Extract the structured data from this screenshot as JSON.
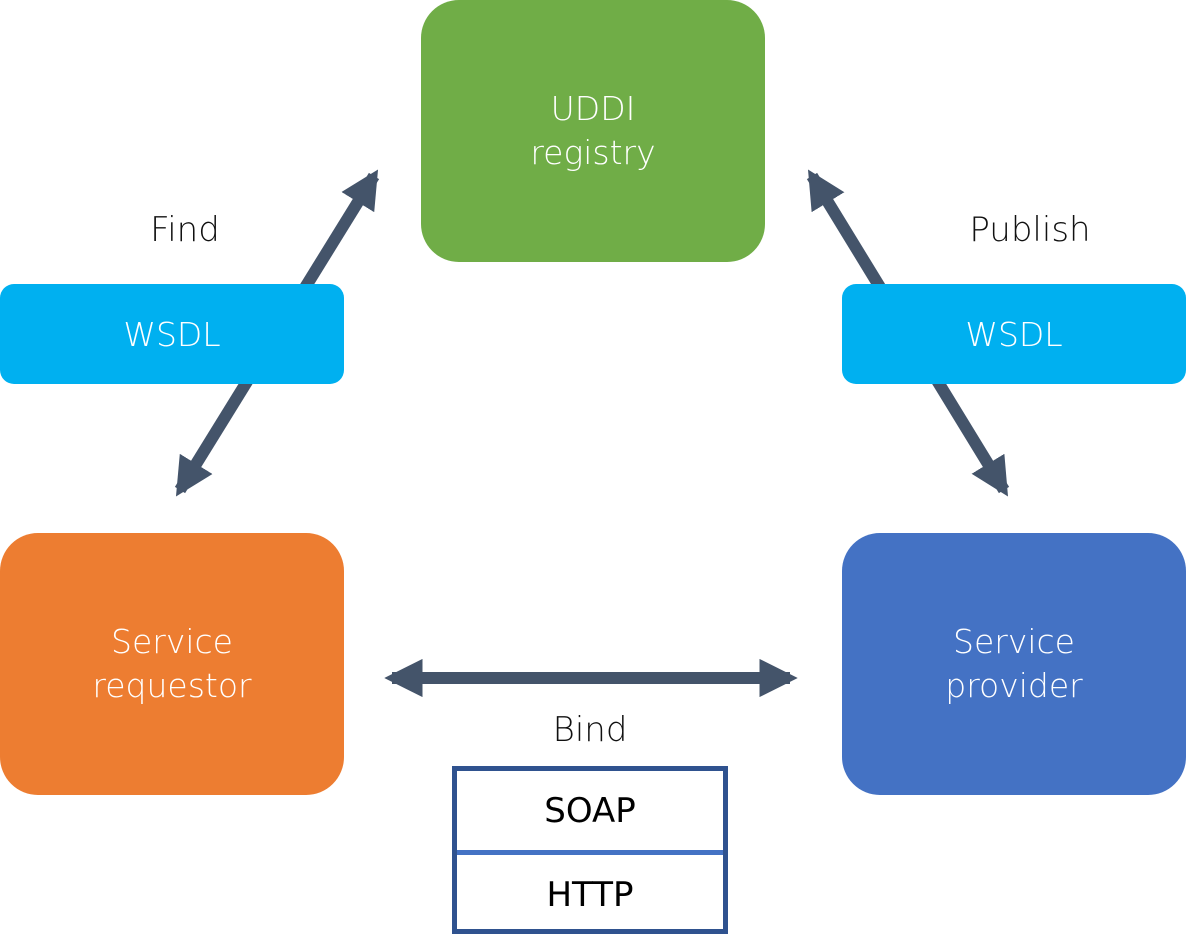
{
  "nodes": {
    "registry": {
      "line1": "UDDI",
      "line2": "registry",
      "color": "#70ad47"
    },
    "requestor": {
      "line1": "Service",
      "line2": "requestor",
      "color": "#ed7d31"
    },
    "provider": {
      "line1": "Service",
      "line2": "provider",
      "color": "#4472c4"
    }
  },
  "edges": {
    "find": {
      "label": "Find",
      "artifact": "WSDL"
    },
    "publish": {
      "label": "Publish",
      "artifact": "WSDL"
    },
    "bind": {
      "label": "Bind"
    }
  },
  "protocol_stack": [
    "SOAP",
    "HTTP"
  ],
  "colors": {
    "arrow": "#44546a",
    "wsdl": "#00b0f0",
    "stack_border": "#2f528f"
  }
}
